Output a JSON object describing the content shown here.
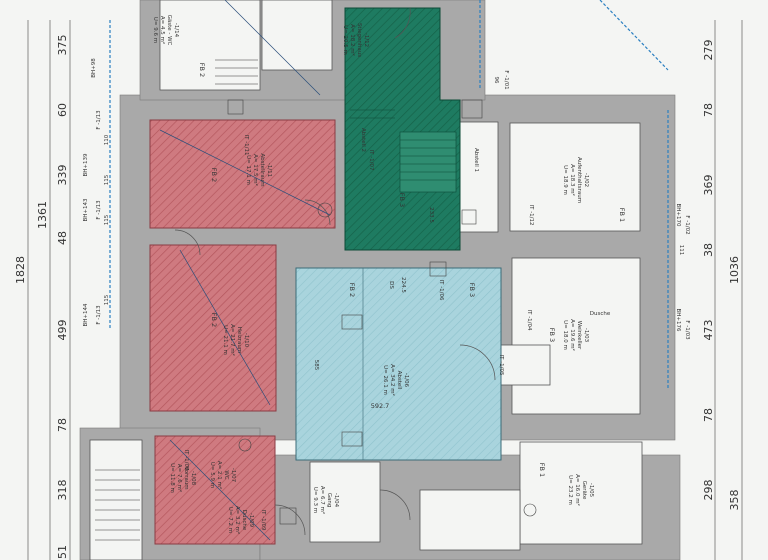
{
  "colors": {
    "red_room": "#c9757b",
    "green_room": "#1f7d63",
    "blue_room": "#a8d3dc",
    "wall": "#a9a9a9",
    "blue_line": "#2a7fc1"
  },
  "dims_left": [
    "375",
    "60",
    "339",
    "48",
    "499",
    "78",
    "318",
    "51"
  ],
  "dims_left_total": [
    "1361",
    "1828"
  ],
  "dims_right": [
    "279",
    "78",
    "369",
    "38",
    "473",
    "78",
    "298"
  ],
  "dims_right_total": [
    "1036",
    "358"
  ],
  "side_notes": [
    "BH+98",
    "BH+139",
    "BH+143",
    "BH+144",
    "BH+170",
    "BH+176",
    "BH+170"
  ],
  "window_labels": [
    "110",
    "115",
    "115",
    "115",
    "111",
    "96"
  ],
  "window_codes": [
    "F -1/13",
    "F -1/13",
    "F -1/13",
    "F -1/02",
    "F -1/03",
    "F -1/01"
  ],
  "fb_labels": [
    "FB 2",
    "FB 2",
    "FB 2",
    "FB 3",
    "FB 3",
    "FB 3",
    "FB 1",
    "FB 1",
    "FB 2"
  ],
  "rooms": [
    {
      "id": "red1",
      "code": "-1/11",
      "name": "Abstellraum",
      "area": "A= 17.5 m²",
      "perim": "U= 17.1 m"
    },
    {
      "id": "red2",
      "code": "-1/10",
      "name": "Heizraum",
      "area": "A= 21.7 m²",
      "perim": "U= 21.1 m"
    },
    {
      "id": "red3",
      "code": "-1/08",
      "name": "Vorraum",
      "area": "A= 7.6 m²",
      "perim": "U= 11.8 m"
    },
    {
      "id": "red4",
      "code": "-1/07",
      "name": "WC",
      "area": "A= 2.1 m²",
      "perim": "U= 5.9 m"
    },
    {
      "id": "red5",
      "code": "-1/09",
      "name": "Dusche",
      "area": "A= 3.2 m²",
      "perim": "U= 7.2 m"
    },
    {
      "id": "green",
      "code": "-1/12",
      "name": "Stiegenhaus",
      "area": "A= 18.2 m²",
      "perim": "U= 20.5 m"
    },
    {
      "id": "blue",
      "code": "-1/06",
      "name": "Abstell",
      "area": "A= 34.2 m²",
      "perim": "U= 26.1 m"
    },
    {
      "id": "r1",
      "code": "-1/02",
      "name": "Aufenthaltsraum",
      "area": "A= 18.3 m²",
      "perim": "U= 18.9 m"
    },
    {
      "id": "r2",
      "code": "-1/03",
      "name": "Weinkeller",
      "area": "A= 19.6 m²",
      "perim": "U= 18.0 m"
    },
    {
      "id": "r3",
      "code": "-1/05",
      "name": "Geräte",
      "area": "A= 16.0 m²",
      "perim": "U= 23.2 m"
    },
    {
      "id": "r4",
      "code": "-1/04",
      "name": "Gang",
      "area": "A= 6.7 m²",
      "perim": "U= 9.3 m"
    },
    {
      "id": "r5",
      "code": "-1/14",
      "name": "Gäste - WC",
      "area": "A= 4.5 m²",
      "perim": "U= 9.6 m"
    }
  ],
  "door_labels": [
    "IT -1/11",
    "IT -1/12",
    "IT -1/06",
    "IT -1/05",
    "IT -1/07",
    "IT -1/08",
    "IT -1/09",
    "IT -1/04"
  ],
  "center_dims": [
    "224.5",
    "592.7",
    "585",
    "233.5"
  ],
  "extra": [
    "Dusche",
    "Abstell 1",
    "Abstell 2",
    "DS"
  ]
}
